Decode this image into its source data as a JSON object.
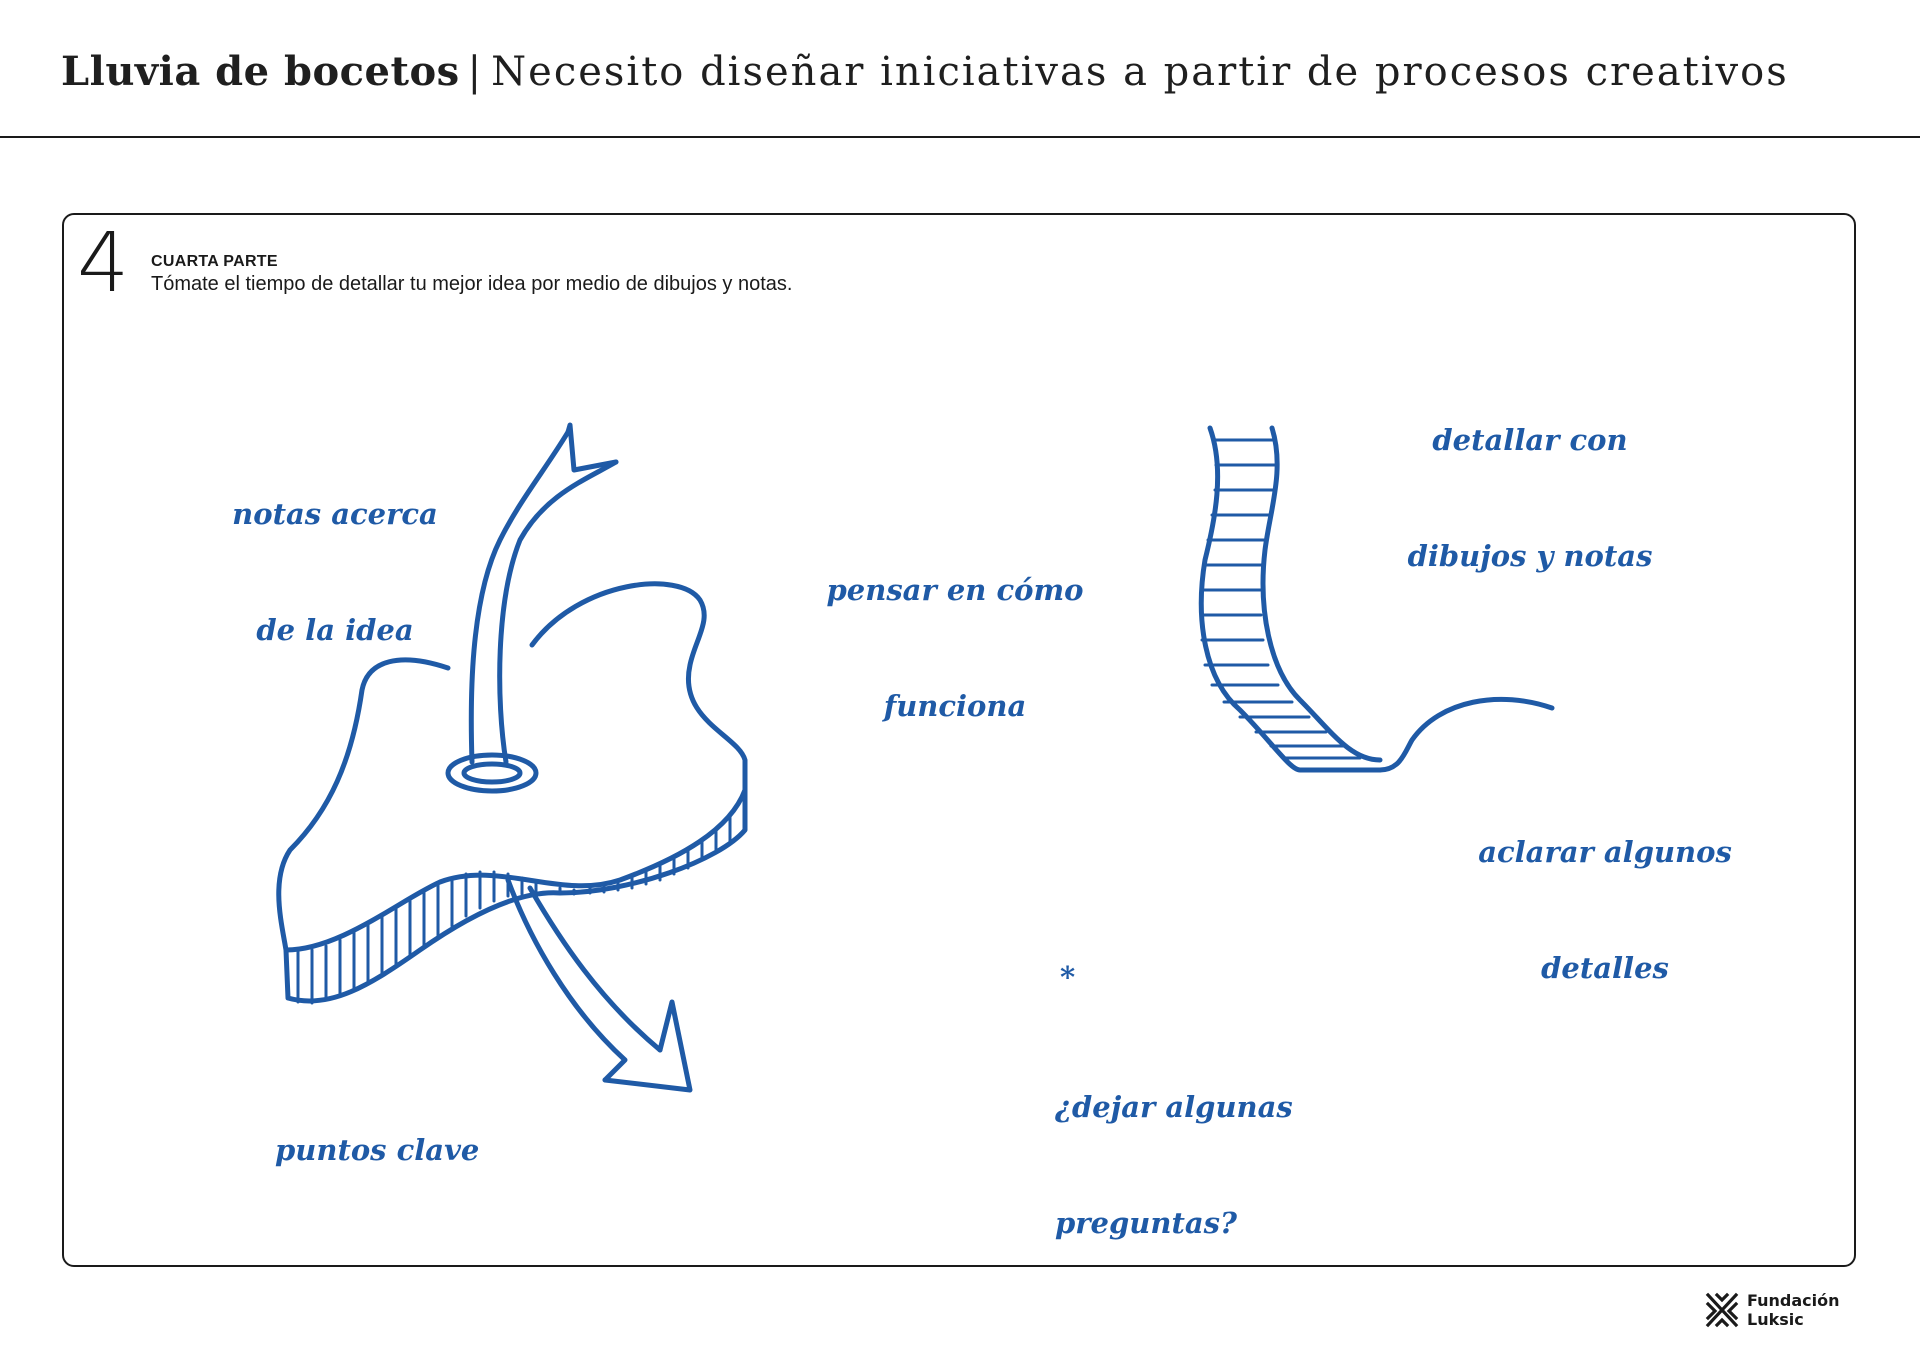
{
  "header": {
    "title_strong": "Lluvia de bocetos",
    "separator": "|",
    "title_rest": "Necesito diseñar iniciativas a partir de procesos creativos"
  },
  "card": {
    "number": "4",
    "label": "CUARTA PARTE",
    "description": "Tómate el tiempo de detallar tu mejor idea por medio de dibujos y notas."
  },
  "notes": {
    "notas": [
      "notas acerca",
      "de la idea"
    ],
    "pensar": [
      "pensar en cómo",
      "funciona"
    ],
    "detallar": [
      "detallar con",
      "dibujos y notas"
    ],
    "aclarar": [
      "aclarar algunos",
      "detalles"
    ],
    "asterisk": "*",
    "dejar": [
      "¿dejar algunas",
      "preguntas?"
    ],
    "puntos": [
      "puntos clave"
    ]
  },
  "logo": {
    "line1": "Fundación",
    "line2": "Luksic"
  },
  "colors": {
    "sketch_blue": "#1f5aa6",
    "text_dark": "#1a1a1a"
  }
}
